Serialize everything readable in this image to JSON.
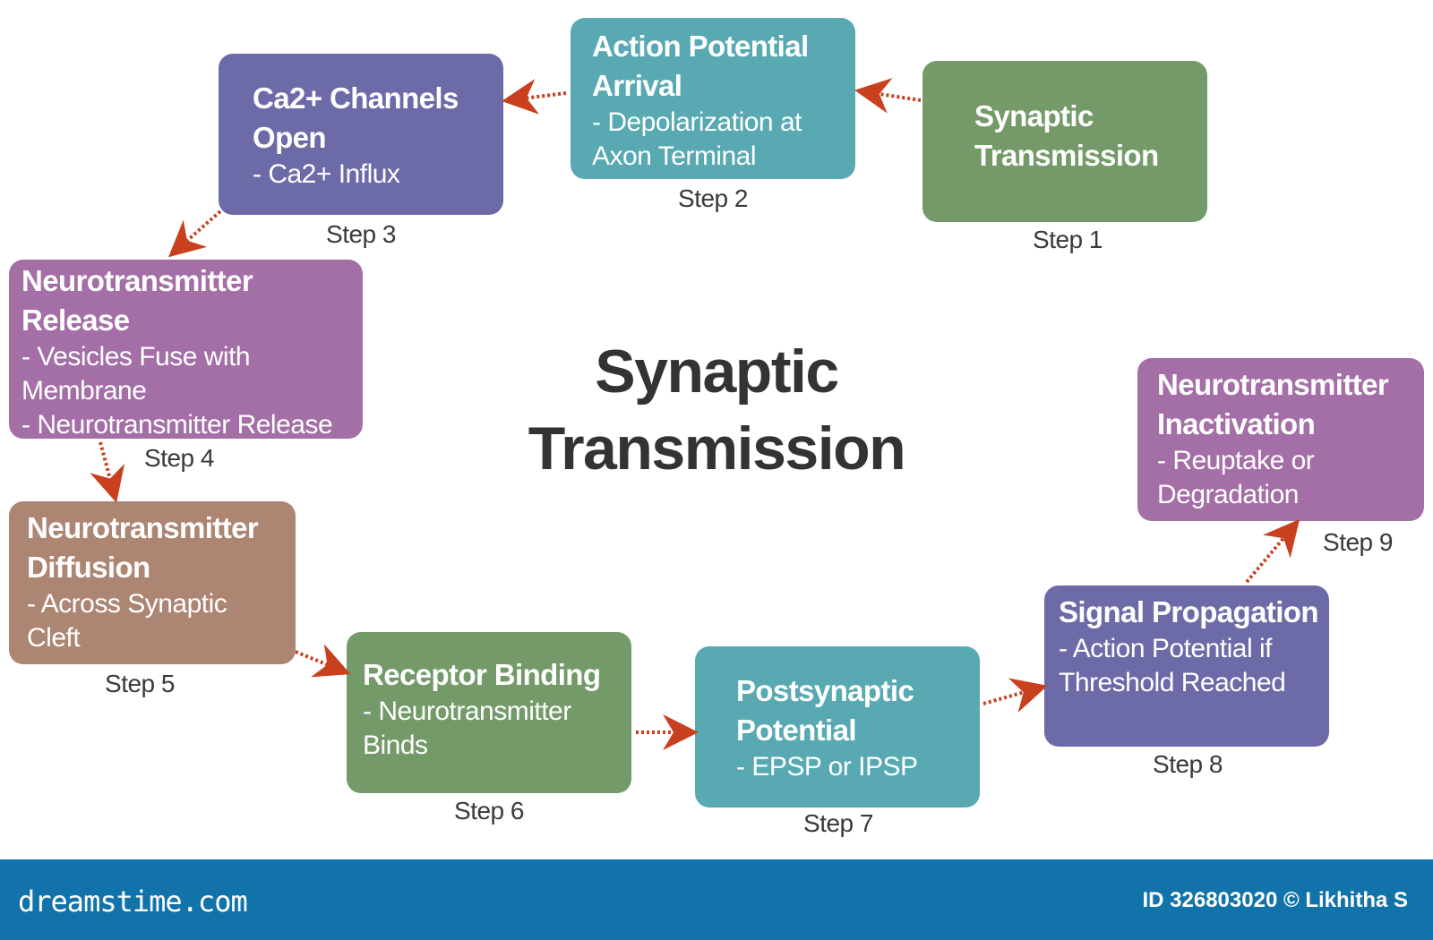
{
  "center_title": "Synaptic\nTransmission",
  "colors": {
    "step1": "#739a68",
    "step2": "#58a9b2",
    "step3": "#6d6aa8",
    "step4": "#a46ea6",
    "step5": "#ac8573",
    "step6": "#739a68",
    "step7": "#58a9b2",
    "step8": "#6d6aa8",
    "step9": "#a46ea6",
    "arrow": "#c8401e",
    "footer": "#1173a9"
  },
  "steps": [
    {
      "title": "Synaptic Transmission",
      "detail": "",
      "label": "Step 1"
    },
    {
      "title": "Action Potential Arrival",
      "detail": "- Depolarization at\n  Axon Terminal",
      "label": "Step 2"
    },
    {
      "title": "Ca2+ Channels Open",
      "detail": "- Ca2+ Influx",
      "label": "Step 3"
    },
    {
      "title": "Neurotransmitter Release",
      "detail": "- Vesicles Fuse with\n  Membrane\n- Neurotransmitter Release",
      "label": "Step 4"
    },
    {
      "title": "Neurotransmitter Diffusion",
      "detail": "- Across Synaptic\n  Cleft",
      "label": "Step 5"
    },
    {
      "title": "Receptor Binding",
      "detail": "- Neurotransmitter\n  Binds",
      "label": "Step 6"
    },
    {
      "title": "Postsynaptic Potential",
      "detail": "- EPSP or IPSP",
      "label": "Step 7"
    },
    {
      "title": "Signal Propagation",
      "detail": "- Action Potential if\n  Threshold Reached",
      "label": "Step 8"
    },
    {
      "title": "Neurotransmitter Inactivation",
      "detail": "- Reuptake or\n  Degradation",
      "label": "Step 9"
    }
  ],
  "footer": {
    "logo": "dreamstime.com",
    "id_text": "ID 326803020 © Likhitha S"
  }
}
